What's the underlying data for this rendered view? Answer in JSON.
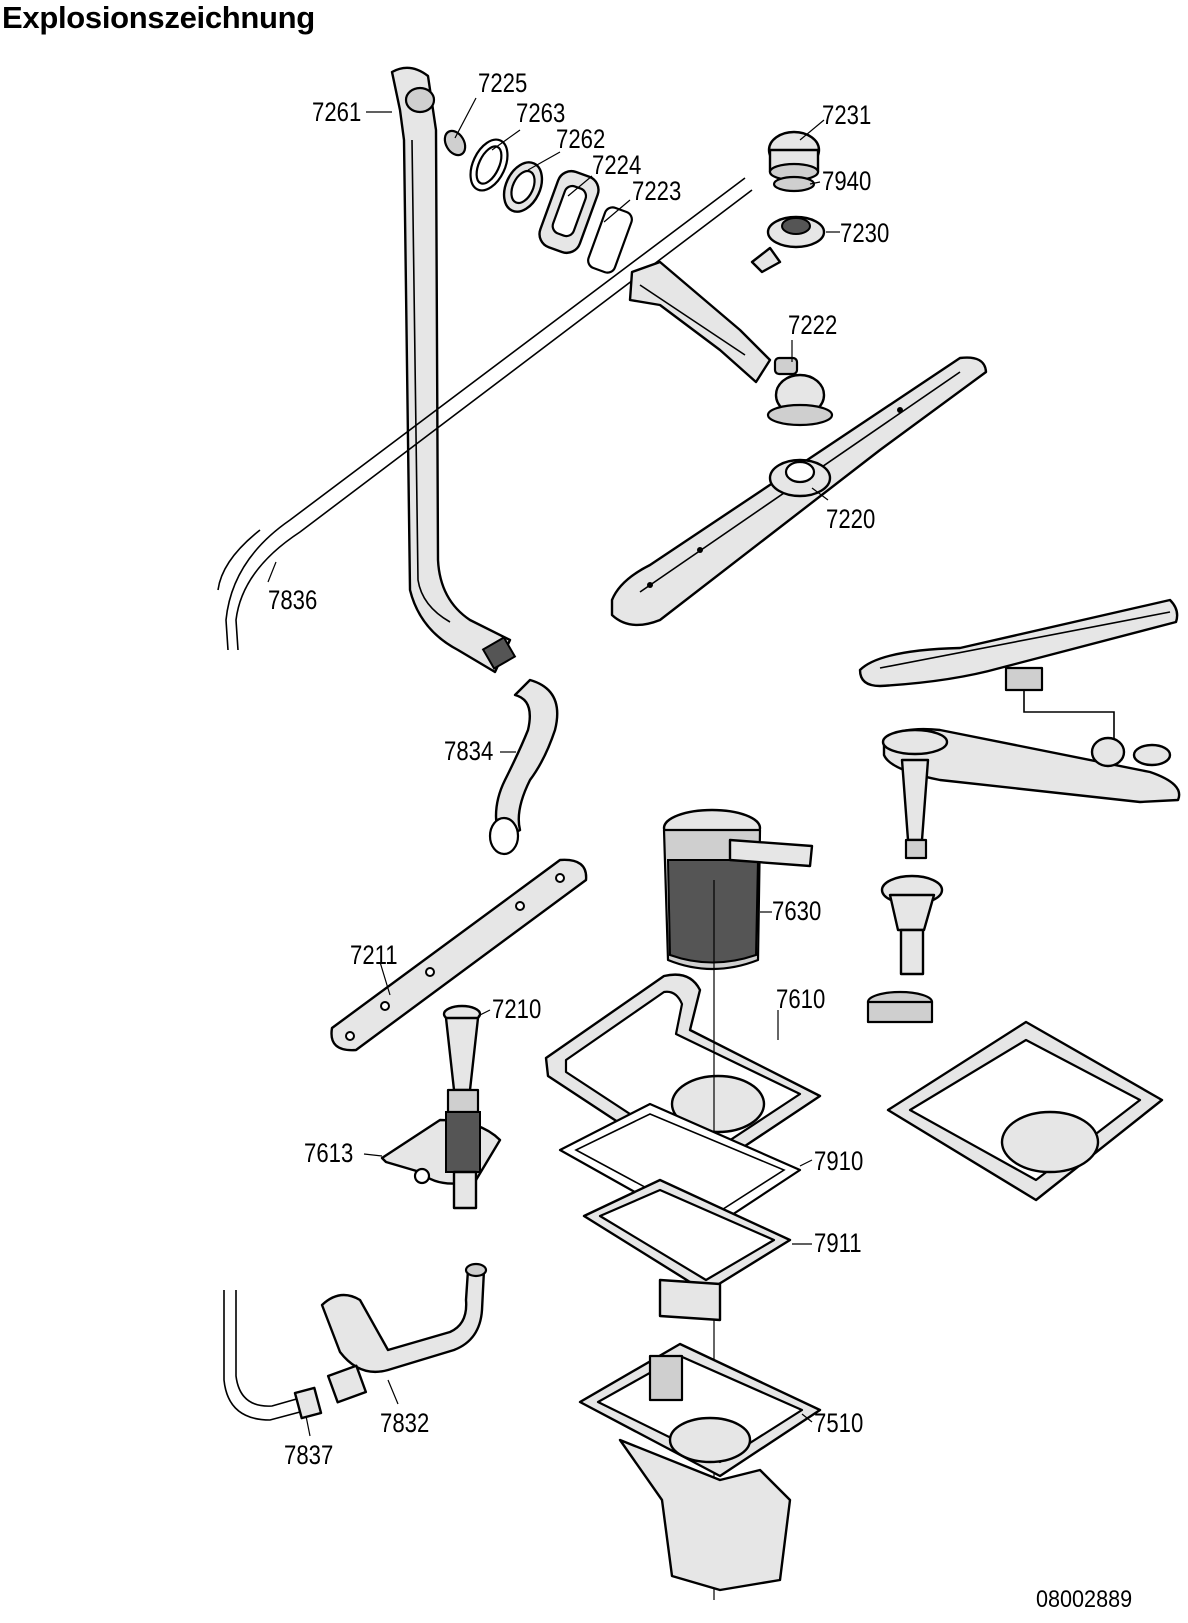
{
  "header": {
    "title": "Explosionszeichnung"
  },
  "footer": {
    "document_number": "08002889"
  },
  "labels": {
    "p7261": "7261",
    "p7225": "7225",
    "p7263": "7263",
    "p7262": "7262",
    "p7224": "7224",
    "p7223": "7223",
    "p7231": "7231",
    "p7940": "7940",
    "p7230": "7230",
    "p7222": "7222",
    "p7220": "7220",
    "p7836": "7836",
    "p7834": "7834",
    "p7630": "7630",
    "p7211": "7211",
    "p7210": "7210",
    "p7610": "7610",
    "p7613": "7613",
    "p7910": "7910",
    "p7911": "7911",
    "p7510": "7510",
    "p7832": "7832",
    "p7837": "7837"
  }
}
